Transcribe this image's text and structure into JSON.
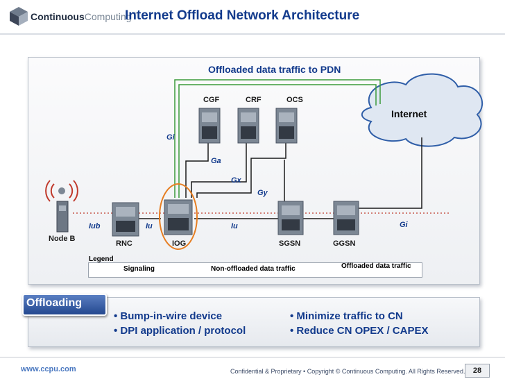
{
  "logo": {
    "brand_bold": "Continuous",
    "brand_light": "Computing",
    "mark": "™"
  },
  "title": "Internet Offload Network Architecture",
  "diagram": {
    "offload_heading": "Offloaded data traffic to PDN",
    "internet": "Internet",
    "nodes": {
      "node_b": "Node B",
      "rnc": "RNC",
      "iog": "IOG",
      "sgsn": "SGSN",
      "ggsn": "GGSN",
      "cgf": "CGF",
      "crf": "CRF",
      "ocs": "OCS"
    },
    "interfaces": {
      "iub": "Iub",
      "iu_left": "Iu",
      "iu_right": "Iu",
      "gi_top": "Gi",
      "gi_right": "Gi",
      "ga": "Ga",
      "gx": "Gx",
      "gy": "Gy"
    },
    "legend": {
      "title": "Legend",
      "signaling": "Signaling",
      "non_offloaded": "Non-offloaded data traffic",
      "offloaded": "Offloaded data traffic"
    },
    "colors": {
      "signaling": "#c0392b",
      "non_offloaded": "#1a1a1a",
      "offloaded": "#3a9a3a",
      "highlight": "#e67e22",
      "server": "#7c8794"
    }
  },
  "offloading": {
    "tag": "Offloading",
    "left_bullets": [
      "• Bump-in-wire device",
      "• DPI application / protocol"
    ],
    "right_bullets": [
      "• Minimize traffic to CN",
      "• Reduce CN OPEX / CAPEX"
    ]
  },
  "footer": {
    "url": "www.ccpu.com",
    "confidential": "Confidential & Proprietary  •  Copyright © Continuous Computing. All Rights Reserved.",
    "page": "28"
  }
}
